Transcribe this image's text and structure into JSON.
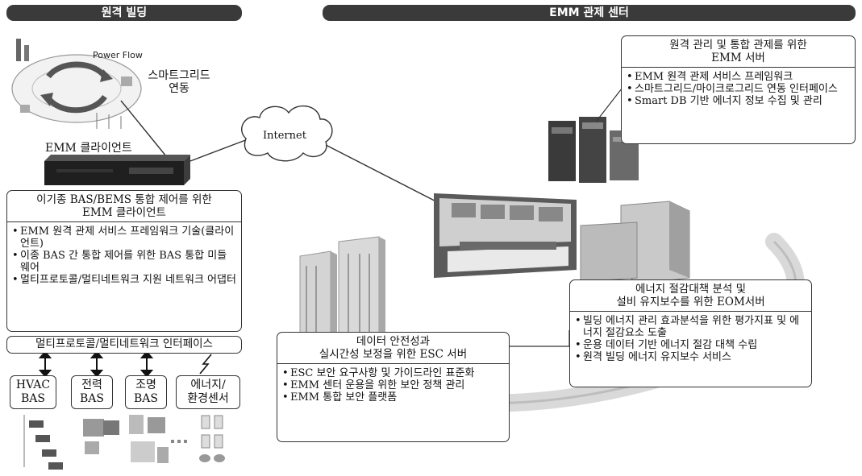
{
  "headers": {
    "left": "원격 빌딩",
    "right": "EMM 관제 센터"
  },
  "labels": {
    "smartgrid": "스마트그리드\n연동",
    "power_flow": "Power Flow",
    "internet": "Internet",
    "emm_client_label": "EMM 클라이언트"
  },
  "client_box": {
    "title": "이기종 BAS/BEMS 통합 제어를 위한\nEMM 클라이언트",
    "bullets": [
      "EMM 원격 관제 서비스 프레임워크 기술(클라이언트)",
      "이종 BAS 간 통합 제어를 위한 BAS 통합 미들웨어",
      "멀티프로토콜/멀티네트워크 지원 네트워크 어댑터"
    ]
  },
  "interface_box": {
    "label": "멀티프로토콜/멀티네트워크 인터페이스"
  },
  "bas_items": [
    {
      "label": "HVAC\nBAS"
    },
    {
      "label": "전력\nBAS"
    },
    {
      "label": "조명\nBAS"
    },
    {
      "label": "에너지/\n환경센서"
    }
  ],
  "emm_server_box": {
    "title": "원격 관리 및 통합 관제를 위한\nEMM 서버",
    "bullets": [
      "EMM 원격 관제 서비스 프레임워크",
      "스마트그리드/마이크로그리드 연동 인터페이스",
      "Smart DB 기반 에너지 정보 수집 및 관리"
    ]
  },
  "eom_box": {
    "title": "에너지 절감대책 분석 및\n설비 유지보수를 위한 EOM서버",
    "bullets": [
      "빌딩 에너지 관리 효과분석을 위한 평가지표 및 에너지 절감요소 도출",
      "운용 데이터 기반 에너지 절감 대책 수립",
      "원격 빌딩 에너지 유지보수 서비스"
    ]
  },
  "esc_box": {
    "title": "데이터 안전성과\n실시간성 보정을 위한 ESC 서버",
    "bullets": [
      "ESC 보안 요구사항 및 가이드라인 표준화",
      "EMM 센터 운용을 위한 보안 정책 관리",
      "EMM 통합 보안 플랫폼"
    ]
  },
  "colors": {
    "header_bg": "#3a3a3a",
    "line": "#333333"
  }
}
